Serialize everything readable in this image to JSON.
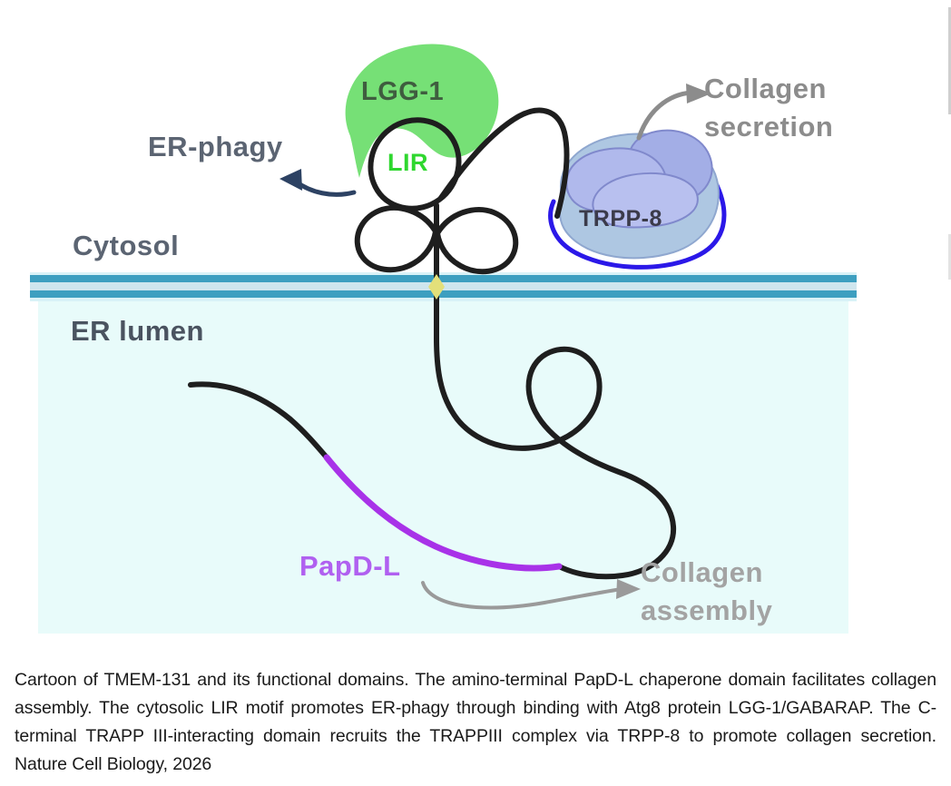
{
  "figure": {
    "title": "Cartoon of TMEM-131 and its functional domains",
    "compartments": {
      "cytosol_label": "Cytosol",
      "er_lumen_label": "ER lumen"
    },
    "labels": {
      "er_phagy": "ER-phagy",
      "lgg1": "LGG-1",
      "lir": "LIR",
      "trpp8": "TRPP-8",
      "papdl": "PapD-L",
      "collagen_secretion_line1": "Collagen",
      "collagen_secretion_line2": "secretion",
      "collagen_assembly_line1": "Collagen",
      "collagen_assembly_line2": "assembly"
    },
    "colors": {
      "lgg1_green": "#76e076",
      "lir_green": "#2fd72f",
      "trpp8_blue_light": "#b3bdea",
      "trpp8_blue_mid": "#9aa5e0",
      "trpp8_blue_pale": "#aec4e0",
      "trpp8_arc_blue": "#2b18e8",
      "membrane_teal": "#3d9fc0",
      "membrane_fill": "#d7eef4",
      "er_lumen_bg": "#e8fbfa",
      "papdl_purple": "#a832e8",
      "chain_black": "#1e1e1e",
      "er_phagy_arrow": "#2d4263",
      "gray_text": "#8c8c8c",
      "dark_text": "#4a4a4a"
    }
  },
  "caption": {
    "text": "Cartoon of TMEM-131 and its functional domains. The amino-terminal PapD-L chaperone domain facilitates collagen assembly. The cytosolic LIR motif promotes ER-phagy through binding with Atg8 protein LGG-1/GABARAP. The C-terminal TRAPP III-interacting domain recruits the TRAPPIII complex via TRPP-8 to promote collagen secretion. Nature Cell Biology, 2026"
  }
}
